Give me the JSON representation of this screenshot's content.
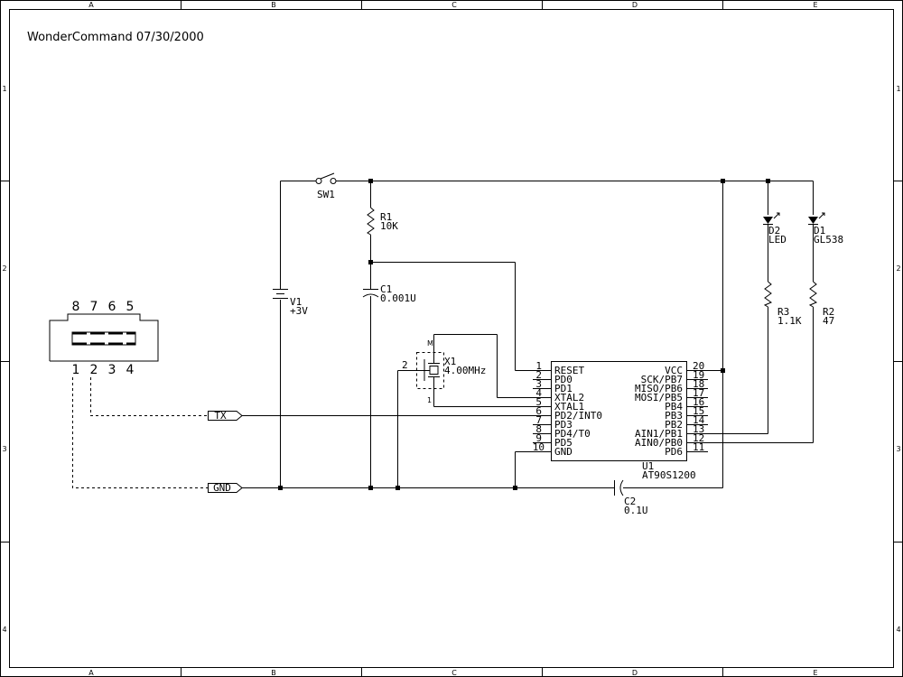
{
  "title": "WonderCommand 07/30/2000",
  "border": {
    "columns": [
      "A",
      "B",
      "C",
      "D",
      "E"
    ],
    "rows": [
      "1",
      "2",
      "3",
      "4"
    ]
  },
  "connector": {
    "pins_top": [
      "8",
      "7",
      "6",
      "5"
    ],
    "pins_bottom": [
      "1",
      "2",
      "3",
      "4"
    ]
  },
  "ports": {
    "tx": "TX",
    "gnd": "GND"
  },
  "components": {
    "sw1": {
      "ref": "SW1"
    },
    "r1": {
      "ref": "R1",
      "value": "10K"
    },
    "c1": {
      "ref": "C1",
      "value": "0.001U"
    },
    "v1": {
      "ref": "V1",
      "value": "+3V"
    },
    "x1": {
      "ref": "X1",
      "value": "4.00MHz",
      "pin_m": "M",
      "pin_1": "1",
      "pin_2": "2"
    },
    "d2": {
      "ref": "D2",
      "value": "LED"
    },
    "d1": {
      "ref": "D1",
      "value": "GL538"
    },
    "r3": {
      "ref": "R3",
      "value": "1.1K"
    },
    "r2": {
      "ref": "R2",
      "value": "47"
    },
    "c2": {
      "ref": "C2",
      "value": "0.1U"
    },
    "u1": {
      "ref": "U1",
      "value": "AT90S1200",
      "left_pins": [
        {
          "num": "1",
          "name": "RESET"
        },
        {
          "num": "2",
          "name": "PD0"
        },
        {
          "num": "3",
          "name": "PD1"
        },
        {
          "num": "4",
          "name": "XTAL2"
        },
        {
          "num": "5",
          "name": "XTAL1"
        },
        {
          "num": "6",
          "name": "PD2/INT0"
        },
        {
          "num": "7",
          "name": "PD3"
        },
        {
          "num": "8",
          "name": "PD4/T0"
        },
        {
          "num": "9",
          "name": "PD5"
        },
        {
          "num": "10",
          "name": "GND"
        }
      ],
      "right_pins": [
        {
          "num": "20",
          "name": "VCC"
        },
        {
          "num": "19",
          "name": "SCK/PB7"
        },
        {
          "num": "18",
          "name": "MISO/PB6"
        },
        {
          "num": "17",
          "name": "MOSI/PB5"
        },
        {
          "num": "16",
          "name": "PB4"
        },
        {
          "num": "15",
          "name": "PB3"
        },
        {
          "num": "14",
          "name": "PB2"
        },
        {
          "num": "13",
          "name": "AIN1/PB1"
        },
        {
          "num": "12",
          "name": "AIN0/PB0"
        },
        {
          "num": "11",
          "name": "PD6"
        }
      ]
    }
  }
}
